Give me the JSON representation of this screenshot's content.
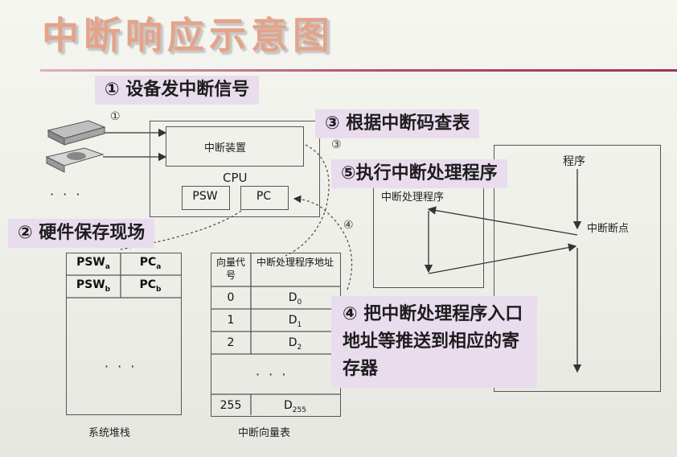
{
  "title": "中断响应示意图",
  "steps": {
    "s1": "① 设备发中断信号",
    "s2": "② 硬件保存现场",
    "s3": "③ 根据中断码查表",
    "s4": "④ 把中断处理程序入口地址等推送到相应的寄存器",
    "s5": "⑤执行中断处理程序"
  },
  "markers": {
    "m1": "①",
    "m3": "③",
    "m4": "④"
  },
  "cpu": {
    "interrupt_device": "中断装置",
    "label": "CPU",
    "psw": "PSW",
    "pc": "PC"
  },
  "devices_ellipsis": "· · ·",
  "stack": {
    "caption": "系统堆栈",
    "row_a": {
      "psw": "PSW",
      "psw_sub": "a",
      "pc": "PC",
      "pc_sub": "a"
    },
    "row_b": {
      "psw": "PSW",
      "psw_sub": "b",
      "pc": "PC",
      "pc_sub": "b"
    },
    "ellipsis": "· · ·"
  },
  "vector_table": {
    "caption": "中断向量表",
    "head_code": "向量代号",
    "head_addr": "中断处理程序地址",
    "rows": [
      {
        "code": "0",
        "addr": "D",
        "sub": "0"
      },
      {
        "code": "1",
        "addr": "D",
        "sub": "1"
      },
      {
        "code": "2",
        "addr": "D",
        "sub": "2"
      }
    ],
    "ellipsis": "· · ·",
    "last": {
      "code": "255",
      "addr": "D",
      "sub": "255"
    }
  },
  "handler_label": "中断处理程序",
  "program": {
    "label": "程序",
    "breakpoint": "中断断点"
  }
}
